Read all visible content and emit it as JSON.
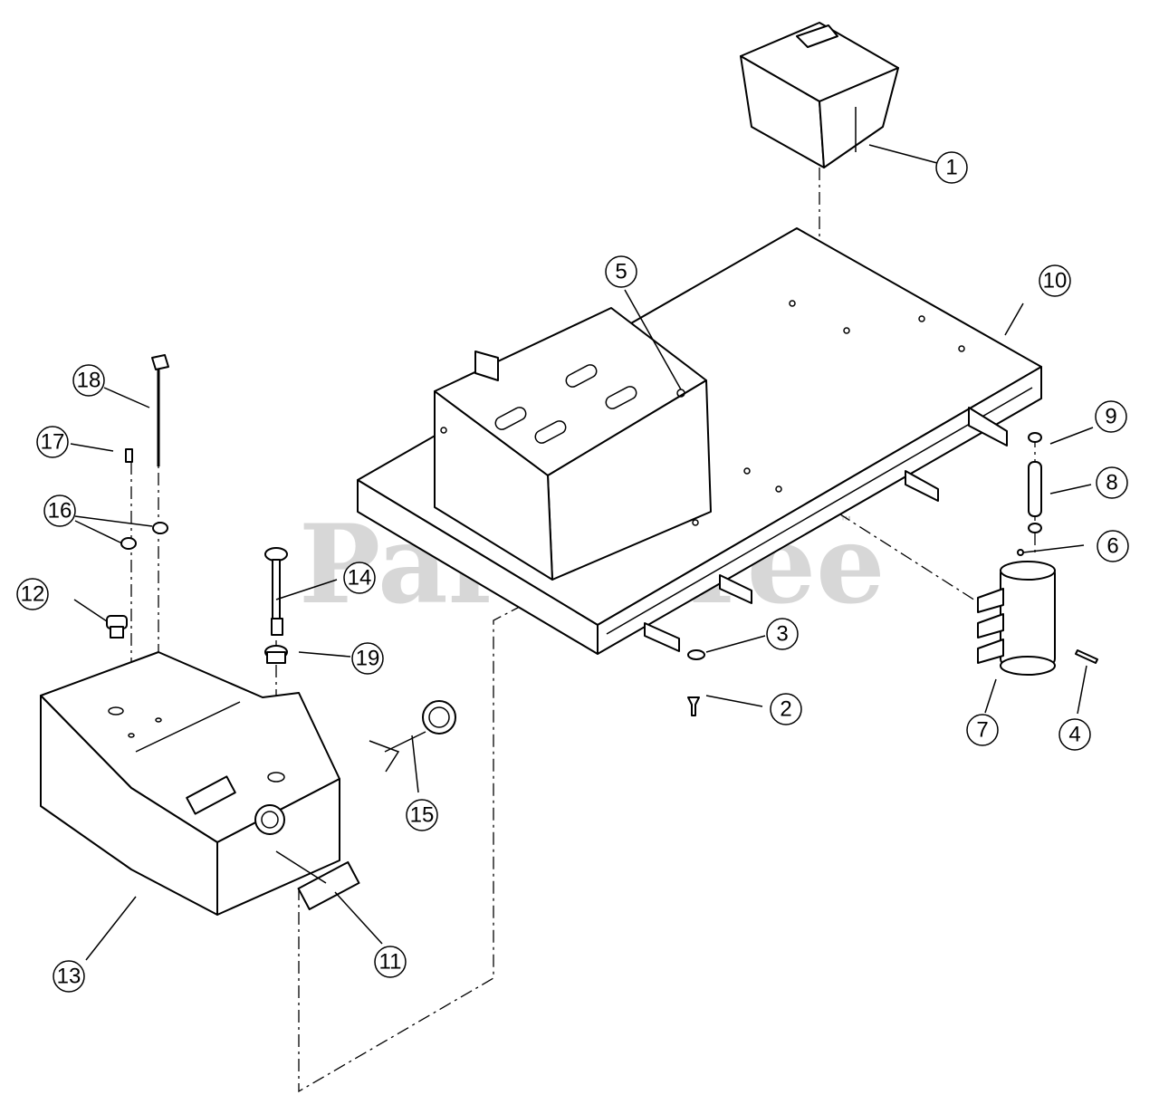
{
  "watermark": {
    "text": "PartsTree",
    "trademark": "™"
  },
  "callouts": {
    "c1": "1",
    "c2": "2",
    "c3": "3",
    "c4": "4",
    "c5": "5",
    "c6": "6",
    "c7": "7",
    "c8": "8",
    "c9": "9",
    "c10": "10",
    "c11": "11",
    "c12": "12",
    "c13": "13",
    "c14": "14",
    "c15": "15",
    "c16": "16",
    "c17": "17",
    "c18": "18",
    "c19": "19"
  }
}
